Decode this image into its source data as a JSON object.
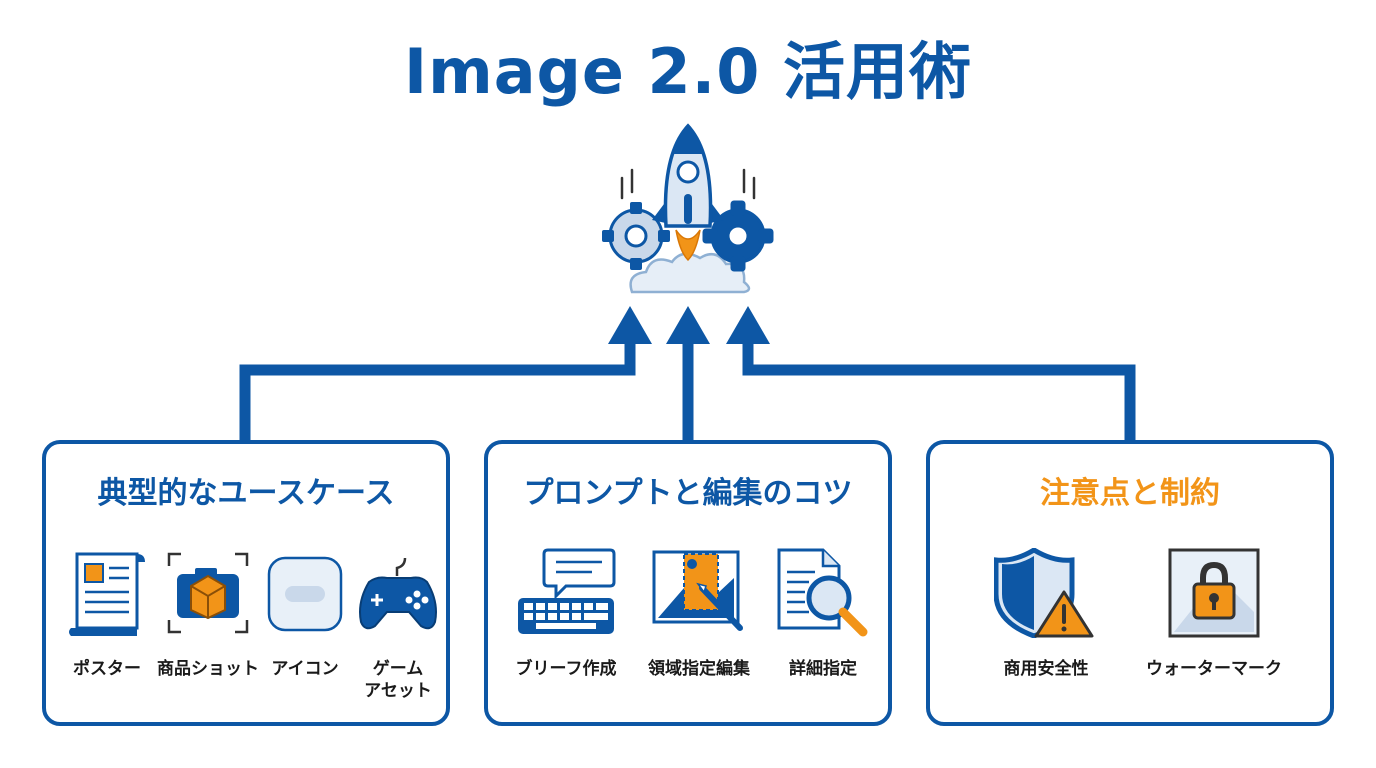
{
  "title": "Image 2.0 活用術",
  "colors": {
    "primary": "#0d57a5",
    "accent": "#f29418",
    "light": "#dbe7f4"
  },
  "hero_icon": "rocket-with-gears-icon",
  "cards": [
    {
      "title": "典型的なユースケース",
      "items": [
        {
          "label": "ポスター",
          "icon": "poster-icon"
        },
        {
          "label": "商品ショット",
          "icon": "product-camera-icon"
        },
        {
          "label": "アイコン",
          "icon": "app-icon-icon"
        },
        {
          "label": "ゲーム\nアセット",
          "icon": "gamepad-icon"
        }
      ]
    },
    {
      "title": "プロンプトと編集のコツ",
      "items": [
        {
          "label": "ブリーフ作成",
          "icon": "keyboard-chat-icon"
        },
        {
          "label": "領域指定編集",
          "icon": "region-edit-icon"
        },
        {
          "label": "詳細指定",
          "icon": "document-magnifier-icon"
        }
      ]
    },
    {
      "title": "注意点と制約",
      "items": [
        {
          "label": "商用安全性",
          "icon": "shield-warning-icon"
        },
        {
          "label": "ウォーターマーク",
          "icon": "watermark-lock-icon"
        }
      ]
    }
  ]
}
